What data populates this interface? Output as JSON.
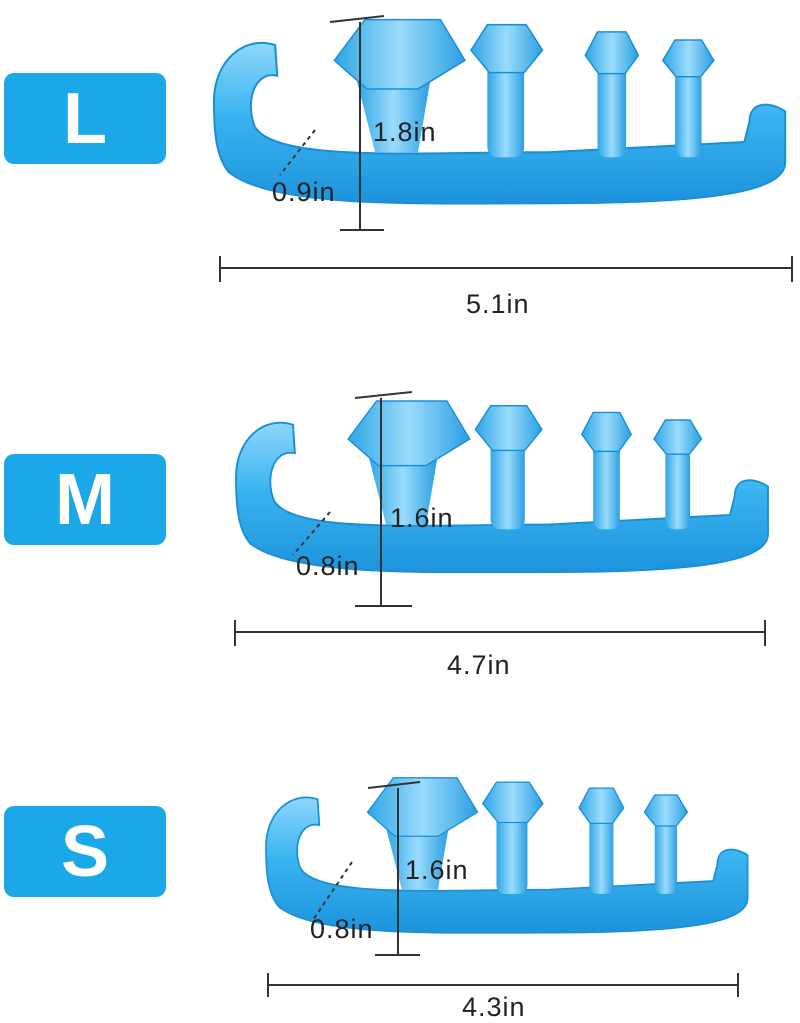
{
  "sizes": [
    {
      "label": "L",
      "length": "5.1in",
      "height": "1.8in",
      "base_height": "0.9in"
    },
    {
      "label": "M",
      "length": "4.7in",
      "height": "1.6in",
      "base_height": "0.8in"
    },
    {
      "label": "S",
      "length": "4.3in",
      "height": "1.6in",
      "base_height": "0.8in"
    }
  ],
  "colors": {
    "badge": "#1aa8e8",
    "gel": "#29a9ea",
    "gel_light": "#8fd6fb",
    "dimension_line": "#333333"
  }
}
